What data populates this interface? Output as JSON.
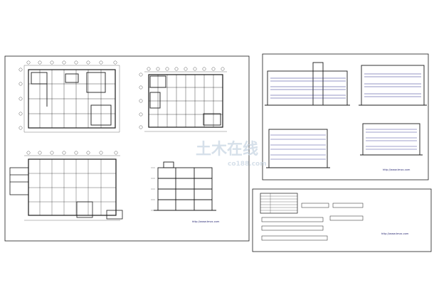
{
  "watermark": {
    "main": "土木在线",
    "sub": "co188.com"
  },
  "sheets": {
    "left": {
      "plan_1_title": "",
      "plan_2_title": "",
      "plan_3_title": "",
      "section_title": "",
      "note_url": "http://www.tmzx.com",
      "note_author": ""
    },
    "right_top": {
      "elev_titles": [
        "",
        "",
        "",
        ""
      ],
      "note_url": "http://www.tmzx.com",
      "note_author": ""
    },
    "right_bottom": {
      "note_url": "http://www.tmzx.com",
      "note_author": ""
    }
  }
}
